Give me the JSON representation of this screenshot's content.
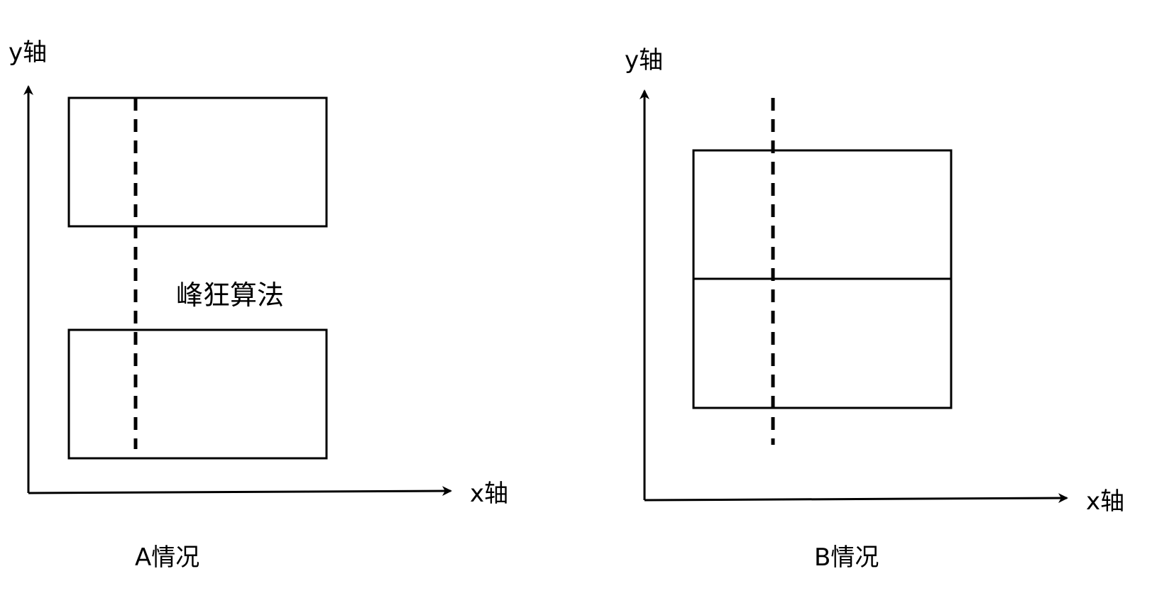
{
  "panels": {
    "a": {
      "y_axis_label": "y轴",
      "x_axis_label": "x轴",
      "caption": "A情况",
      "annotation": "峰狂算法"
    },
    "b": {
      "y_axis_label": "y轴",
      "x_axis_label": "x轴",
      "caption": "B情况"
    }
  },
  "colors": {
    "stroke": "#000000",
    "background": "#ffffff"
  }
}
